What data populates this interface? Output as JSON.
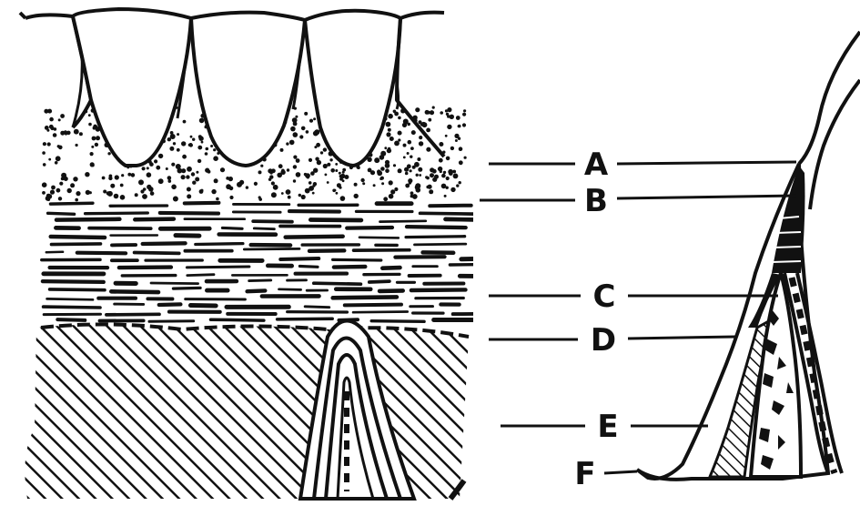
{
  "labels": [
    "A",
    "B",
    "C",
    "D",
    "E",
    "F"
  ],
  "colors": {
    "ink": "#111111",
    "paper": "#ffffff"
  }
}
